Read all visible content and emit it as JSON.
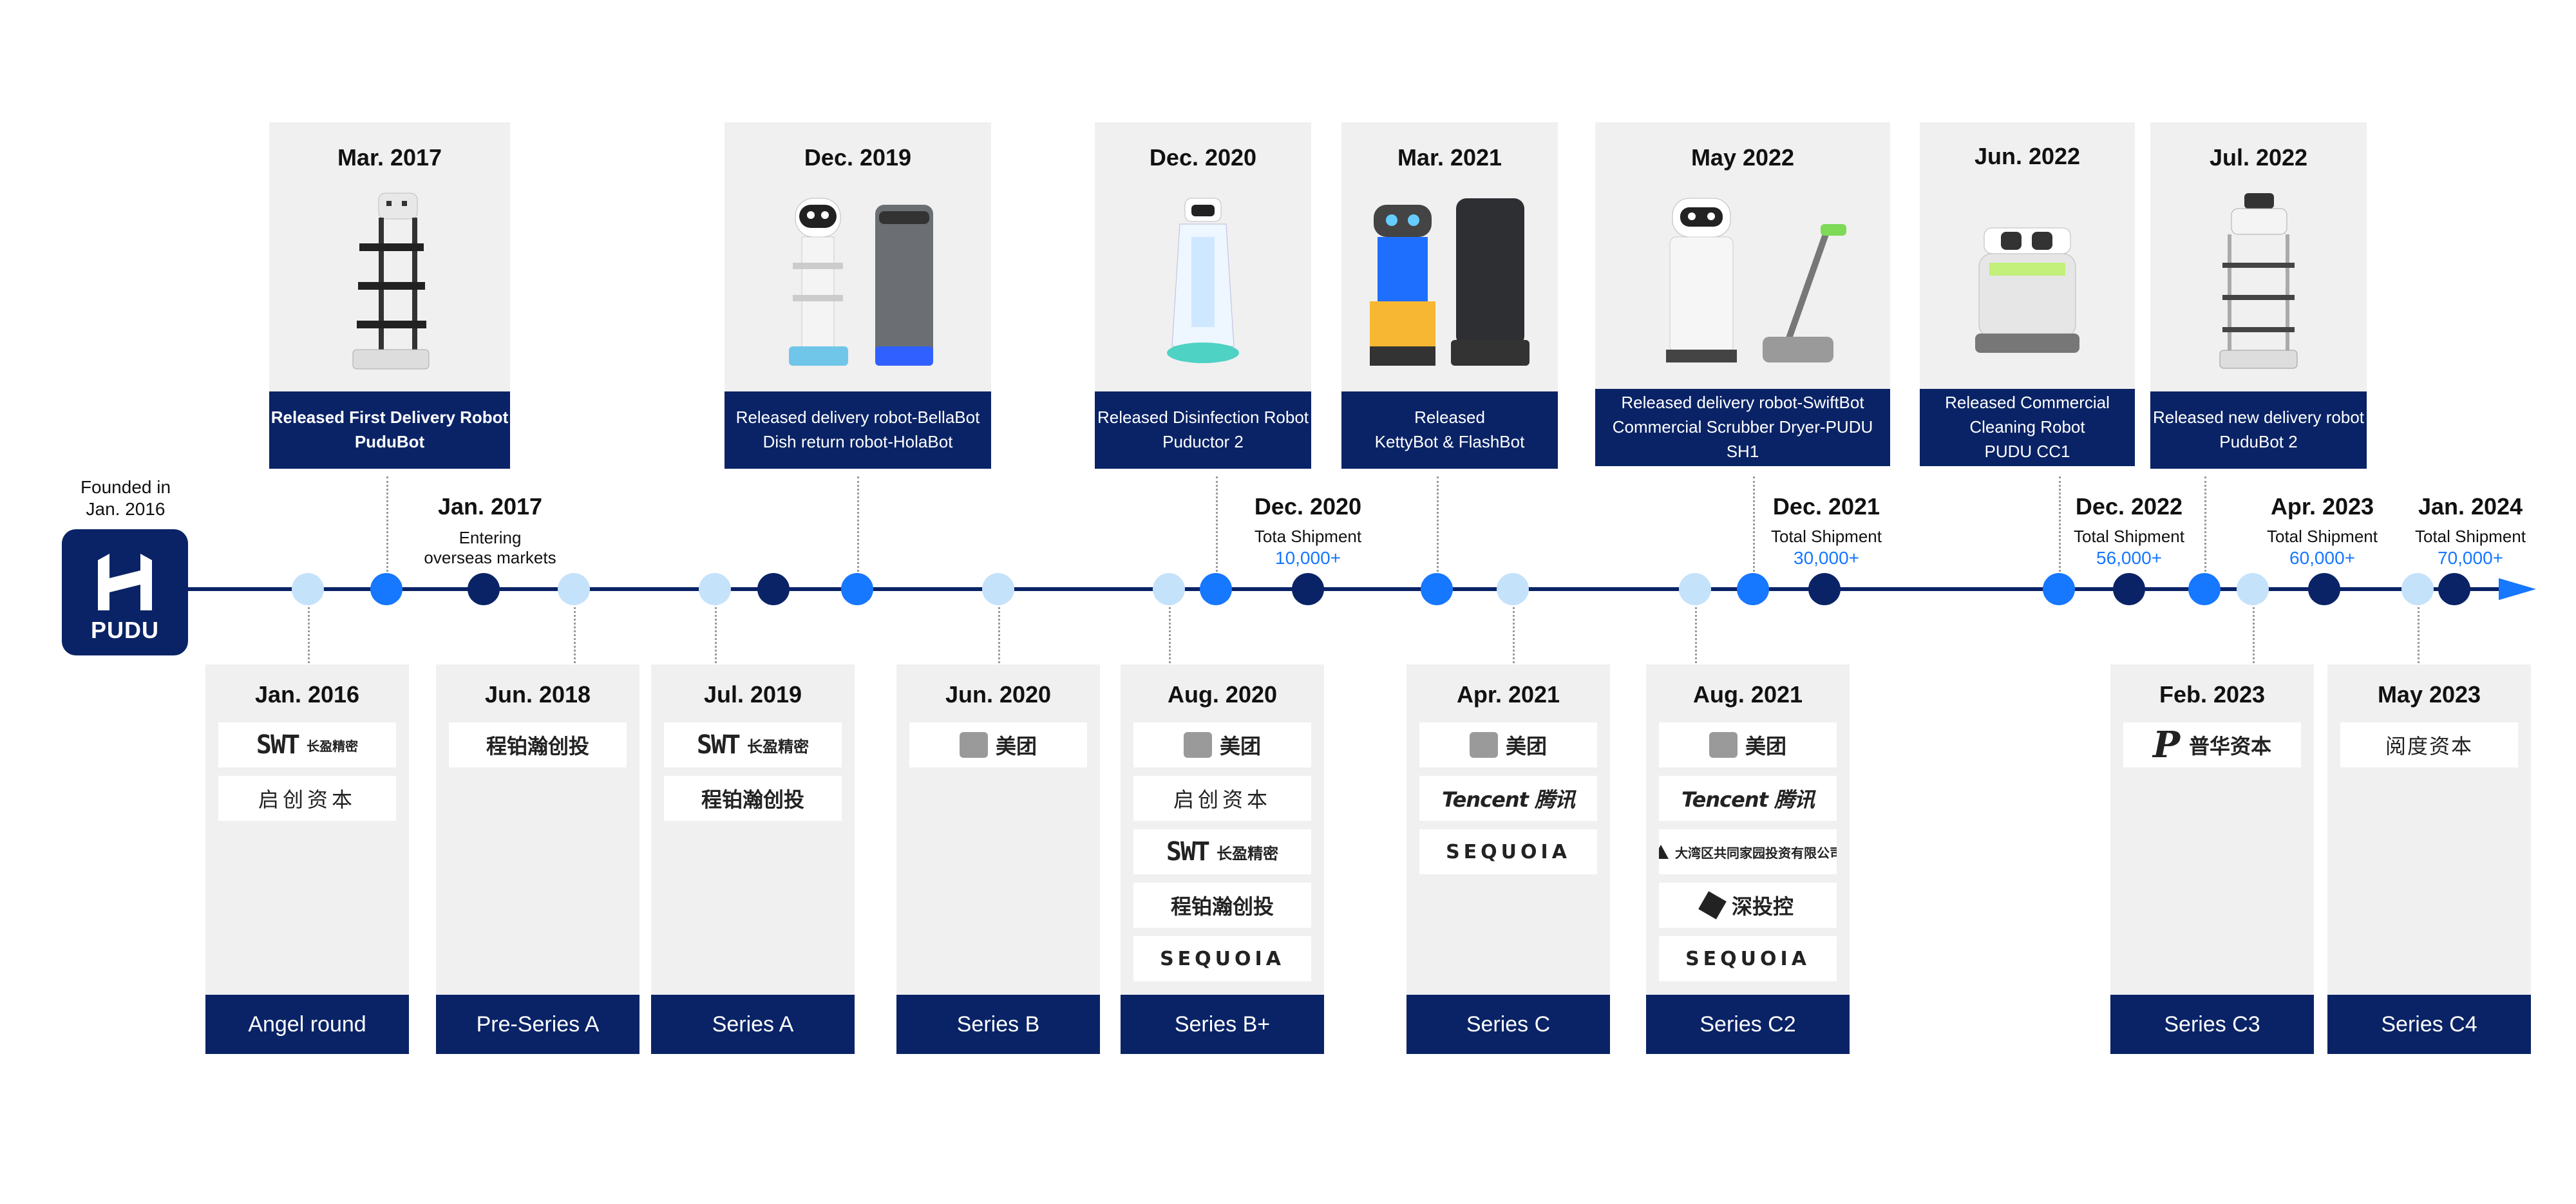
{
  "logo": {
    "text": "PUDU",
    "icon": "pudu-h-logo-icon"
  },
  "founded": {
    "line1": "Founded in",
    "line2": "Jan. 2016"
  },
  "products": [
    {
      "date": "Mar. 2017",
      "lines": [
        "Released First Delivery Robot",
        "PuduBot"
      ],
      "bold": true
    },
    {
      "date": "Dec. 2019",
      "lines": [
        "Released delivery robot-BellaBot",
        "Dish return robot-HolaBot"
      ]
    },
    {
      "date": "Dec. 2020",
      "lines": [
        "Released Disinfection Robot",
        "Puductor 2"
      ]
    },
    {
      "date": "Mar. 2021",
      "lines": [
        "Released",
        "KettyBot & FlashBot"
      ]
    },
    {
      "date": "May 2022",
      "lines": [
        "Released delivery robot-SwiftBot",
        "Commercial Scrubber Dryer-PUDU SH1"
      ]
    },
    {
      "date": "Jun. 2022",
      "lines": [
        "Released Commercial",
        "Cleaning Robot",
        "PUDU CC1"
      ]
    },
    {
      "date": "Jul. 2022",
      "lines": [
        "Released new delivery robot",
        "PuduBot 2"
      ]
    }
  ],
  "milestones": [
    {
      "date": "Jan. 2017",
      "label": "Entering",
      "label2": "overseas markets",
      "value": ""
    },
    {
      "date": "Dec. 2020",
      "label": "Tota Shipment",
      "label2": "",
      "value": "10,000+"
    },
    {
      "date": "Dec. 2021",
      "label": "Total Shipment",
      "label2": "",
      "value": "30,000+"
    },
    {
      "date": "Dec. 2022",
      "label": "Total Shipment",
      "label2": "",
      "value": "56,000+"
    },
    {
      "date": "Apr. 2023",
      "label": "Total Shipment",
      "label2": "",
      "value": "60,000+"
    },
    {
      "date": "Jan. 2024",
      "label": "Total Shipment",
      "label2": "",
      "value": "70,000+"
    }
  ],
  "funding": [
    {
      "date": "Jan. 2016",
      "round": "Angel round",
      "investors": [
        "长盈精密",
        "启创资本"
      ]
    },
    {
      "date": "Jun. 2018",
      "round": "Pre-Series A",
      "investors": [
        "程铂瀚创投"
      ]
    },
    {
      "date": "Jul. 2019",
      "round": "Series A",
      "investors": [
        "长盈精密",
        "程铂瀚创投"
      ]
    },
    {
      "date": "Jun. 2020",
      "round": "Series B",
      "investors": [
        "美团"
      ]
    },
    {
      "date": "Aug. 2020",
      "round": "Series B+",
      "investors": [
        "美团",
        "启创资本",
        "长盈精密",
        "程铂瀚创投",
        "SEQUOIA"
      ]
    },
    {
      "date": "Apr. 2021",
      "round": "Series C",
      "investors": [
        "美团",
        "Tencent 腾讯",
        "SEQUOIA"
      ]
    },
    {
      "date": "Aug. 2021",
      "round": "Series C2",
      "investors": [
        "美团",
        "Tencent 腾讯",
        "大湾区共同家园投资有限公司",
        "深投控",
        "SEQUOIA"
      ]
    },
    {
      "date": "Feb. 2023",
      "round": "Series C3",
      "investors": [
        "普华资本"
      ]
    },
    {
      "date": "May 2023",
      "round": "Series C4",
      "investors": [
        "阅度资本"
      ]
    }
  ],
  "colors": {
    "navy": "#0a2366",
    "blue": "#1677ff",
    "light": "#c5e2fb",
    "card": "#f0f0f0"
  }
}
